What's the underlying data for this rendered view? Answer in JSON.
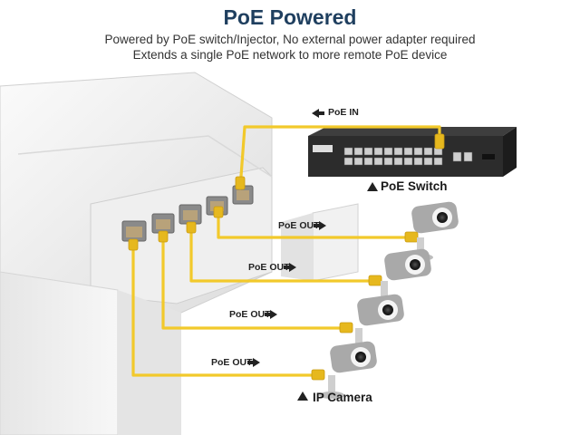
{
  "header": {
    "title": "PoE Powered",
    "subtitle_line1": "Powered by PoE switch/Injector, No external power adapter required",
    "subtitle_line2": "Extends a single PoE network to more remote PoE device"
  },
  "labels": {
    "poe_in": "PoE IN",
    "poe_switch": "PoE Switch",
    "ip_camera": "IP Camera",
    "poe_out_1": "PoE OUT",
    "poe_out_2": "PoE OUT",
    "poe_out_3": "PoE OUT",
    "poe_out_4": "PoE OUT"
  },
  "colors": {
    "cable": "#f2c92b",
    "title": "#1f3f5f",
    "device_body": "#f3f3f3",
    "switch_body": "#2c2c2c"
  },
  "icons": {
    "arrow_left": "arrow-left-icon",
    "arrow_right": "arrow-right-icon",
    "triangle_up": "triangle-up-icon"
  }
}
